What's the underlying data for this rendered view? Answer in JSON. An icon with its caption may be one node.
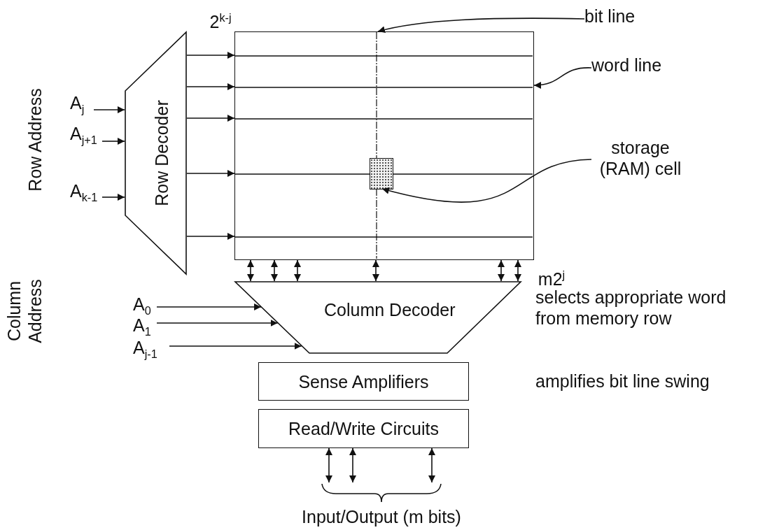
{
  "diagram": {
    "nodes": [
      {
        "text": [
          "Row Decoder"
        ]
      },
      {
        "text": [],
        "shape": "box"
      },
      {
        "text": [],
        "shape": "box",
        "in": 1
      },
      {
        "text": [
          "Column Decoder"
        ],
        "beside": [
          "selects appropriate word from memory row"
        ]
      },
      {
        "text": [
          "Sense Amplifiers"
        ]
      },
      {
        "text": [
          "Read/Write Circuits"
        ]
      },
      {
        "text": [
          "bit line"
        ]
      },
      {
        "text": [
          "word line"
        ]
      },
      {
        "text": [
          "storage (RAM) cell"
        ]
      },
      {
        "text": [
          "A$_{j}$"
        ]
      },
      {
        "text": [
          "A$_{j+1}$"
        ]
      },
      {
        "text": [
          "A$_{k-1}$"
        ]
      },
      {
        "text": [
          "A$_{0}$"
        ]
      },
      {
        "text": [
          "A$_{1}$"
        ]
      },
      {
        "text": [
          "A$_{j-1}$"
        ]
      },
      {
        "text": [
          "Input/Output (m bits)"
        ]
      }
    ],
    "edges": [
      {
        "from": 6,
        "to": 1,
        "arrow": "to"
      },
      {
        "from": 7,
        "to": 1,
        "arrow": "to"
      },
      {
        "from": 8,
        "to": 2,
        "arrow": "to"
      },
      {
        "from": 9,
        "to": 0,
        "arrow": "to"
      },
      {
        "from": 10,
        "to": 0,
        "arrow": "to"
      },
      {
        "from": 11,
        "to": 0,
        "arrow": "to"
      },
      {
        "from": 0,
        "to": 1,
        "arrow": "to"
      },
      {
        "from": 0,
        "to": 1,
        "arrow": "to"
      },
      {
        "from": 0,
        "to": 1,
        "arrow": "to"
      },
      {
        "from": 0,
        "to": 1,
        "arrow": "to"
      },
      {
        "from": 0,
        "to": 1,
        "arrow": "to"
      },
      {
        "from": 1,
        "to": 3,
        "arrow": "both"
      },
      {
        "from": 1,
        "to": 3,
        "arrow": "both"
      },
      {
        "from": 1,
        "to": 3,
        "arrow": "both"
      },
      {
        "from": 1,
        "to": 3,
        "arrow": "both"
      },
      {
        "from": 1,
        "to": 3,
        "arrow": "both"
      },
      {
        "from": 1,
        "to": 3,
        "arrow": "both"
      },
      {
        "from": 12,
        "to": 3,
        "arrow": "to"
      },
      {
        "from": 13,
        "to": 3,
        "arrow": "to"
      },
      {
        "from": 14,
        "to": 3,
        "arrow": "to"
      },
      {
        "from": 5,
        "to": 15,
        "arrow": "both"
      },
      {
        "from": 5,
        "to": 15,
        "arrow": "both"
      },
      {
        "from": 5,
        "to": 15,
        "arrow": "both"
      }
    ],
    "labels": [
      "Row Address",
      "2$^{k-j}$",
      "Column Address",
      "m2$^{j}$",
      "amplifies bit line swing"
    ]
  }
}
